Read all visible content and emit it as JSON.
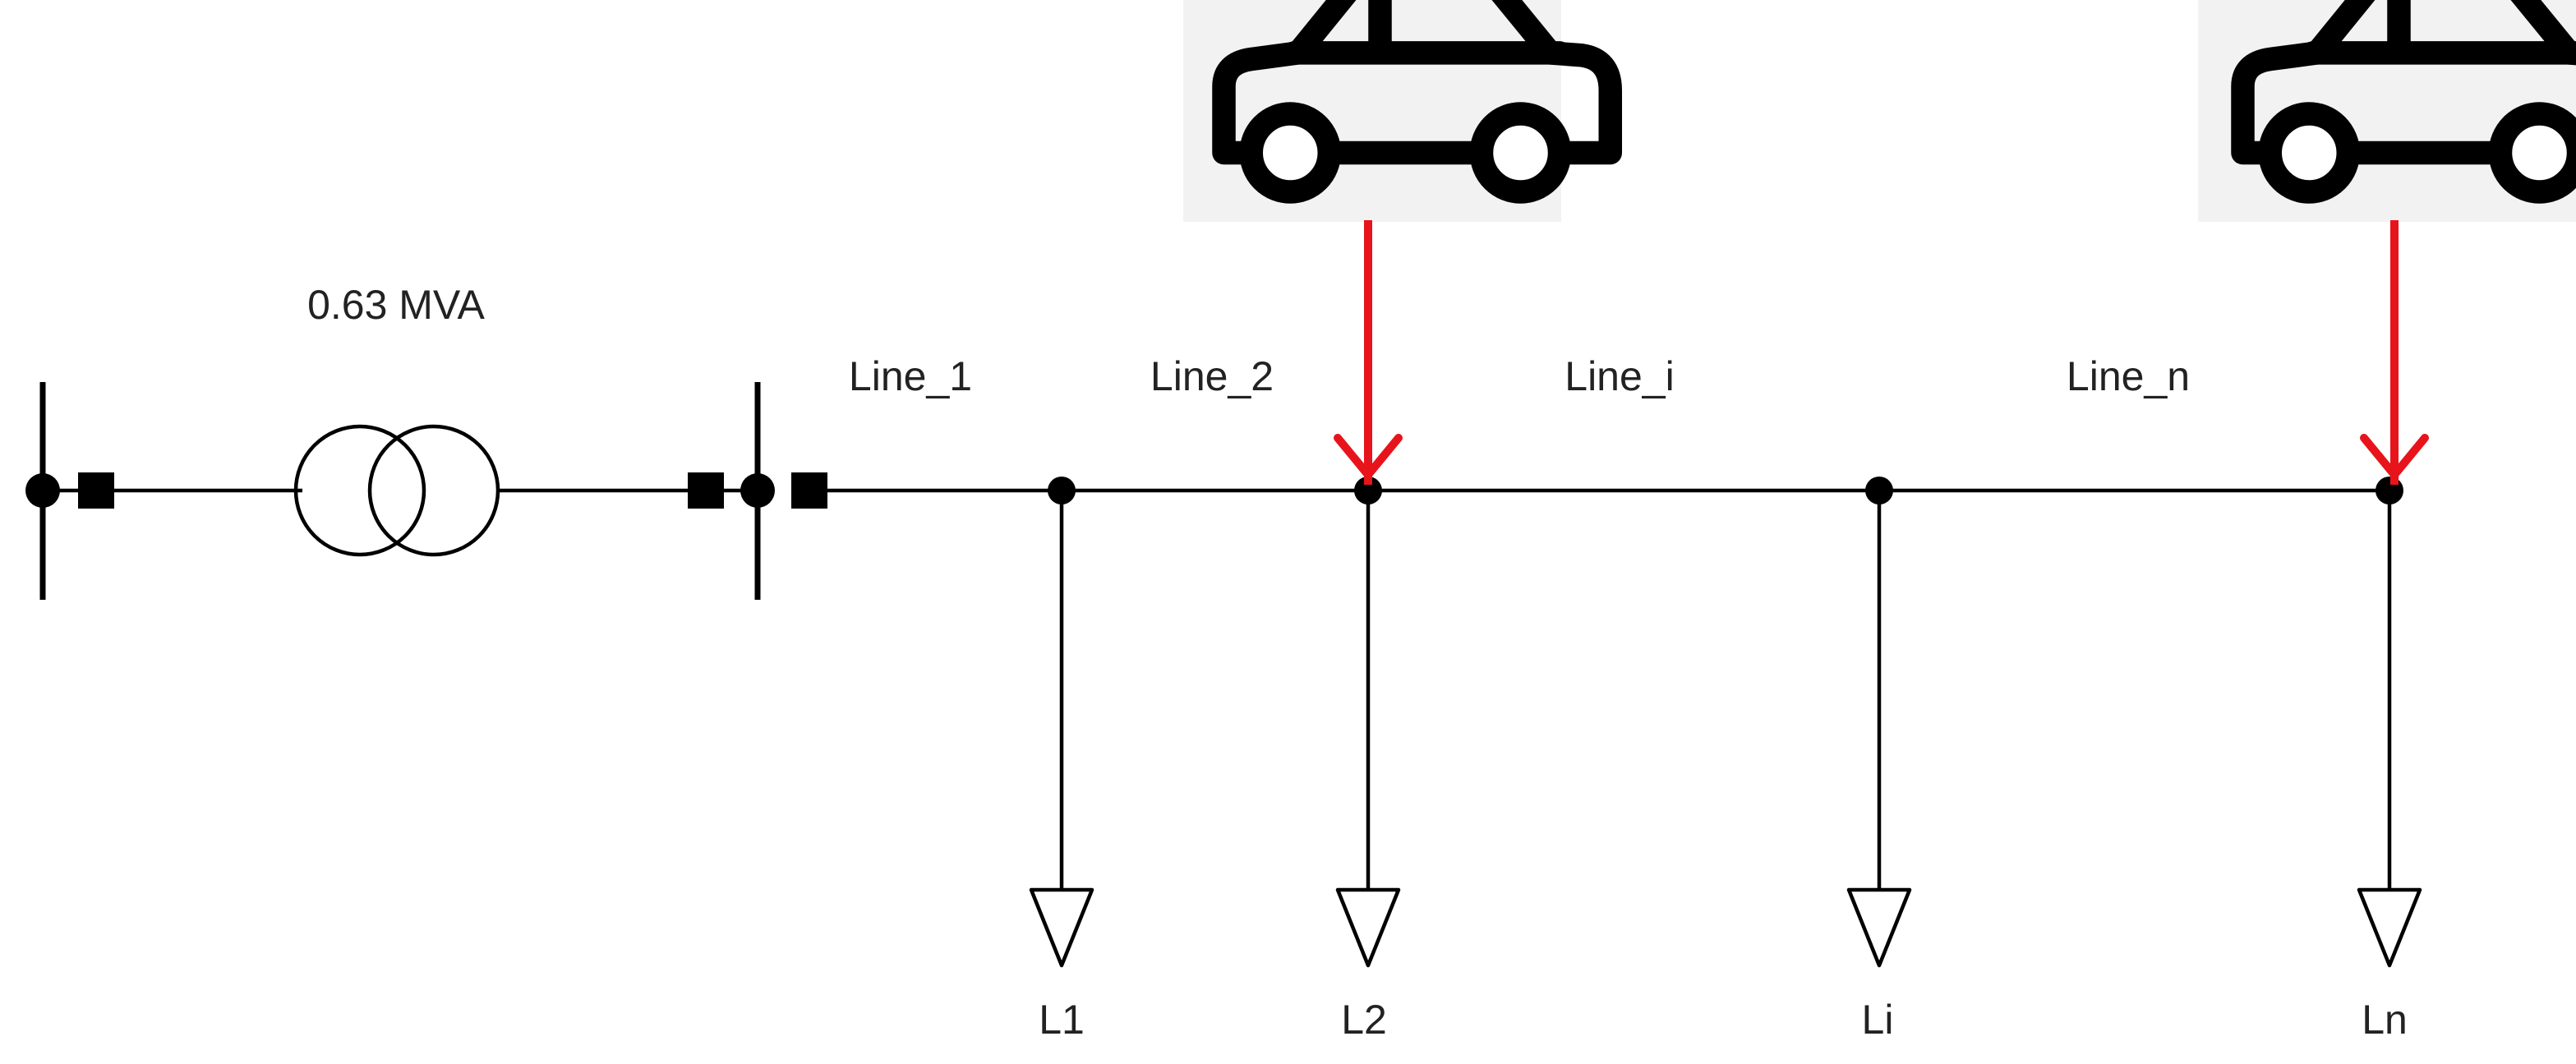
{
  "transformer": {
    "rating": "0.63 MVA"
  },
  "lines": [
    {
      "label": "Line_1"
    },
    {
      "label": "Line_2"
    },
    {
      "label": "Line_i"
    },
    {
      "label": "Line_n"
    }
  ],
  "loads": [
    {
      "label": "L1"
    },
    {
      "label": "L2"
    },
    {
      "label": "Li"
    },
    {
      "label": "Ln"
    }
  ],
  "ev_chargers": [
    {
      "icon": "car-icon",
      "target_load": "L2"
    },
    {
      "icon": "car-icon",
      "target_load": "Ln"
    }
  ],
  "colors": {
    "line": "#000000",
    "arrow": "#e8141b",
    "text": "#222222"
  }
}
